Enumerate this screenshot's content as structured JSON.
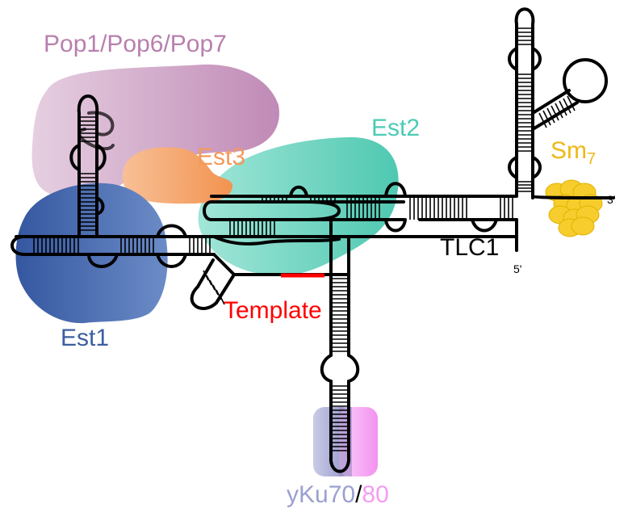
{
  "labels": {
    "pop": "Pop1/Pop6/Pop7",
    "est2": "Est2",
    "est3": "Est3",
    "sm": "Sm",
    "sm_sub": "7",
    "tlc1": "TLC1",
    "five_prime": "5'",
    "three_prime": "3'",
    "template": "Template",
    "est1": "Est1",
    "yku70": "yKu70",
    "slash": "/",
    "yku80": "80"
  },
  "colors": {
    "pop": "#c497bd",
    "pop_text": "#b87fae",
    "est2": "#5ed0bd",
    "est2_text": "#4ccbb5",
    "est3": "#f4a064",
    "est3_text": "#f39a5a",
    "est1": "#3e64a7",
    "est1_text": "#3a5fa0",
    "sm": "#f6cd2c",
    "sm_text": "#eeb816",
    "template": "#ff0000",
    "yku70": "#9b9fd0",
    "yku80": "#f59cf2"
  }
}
